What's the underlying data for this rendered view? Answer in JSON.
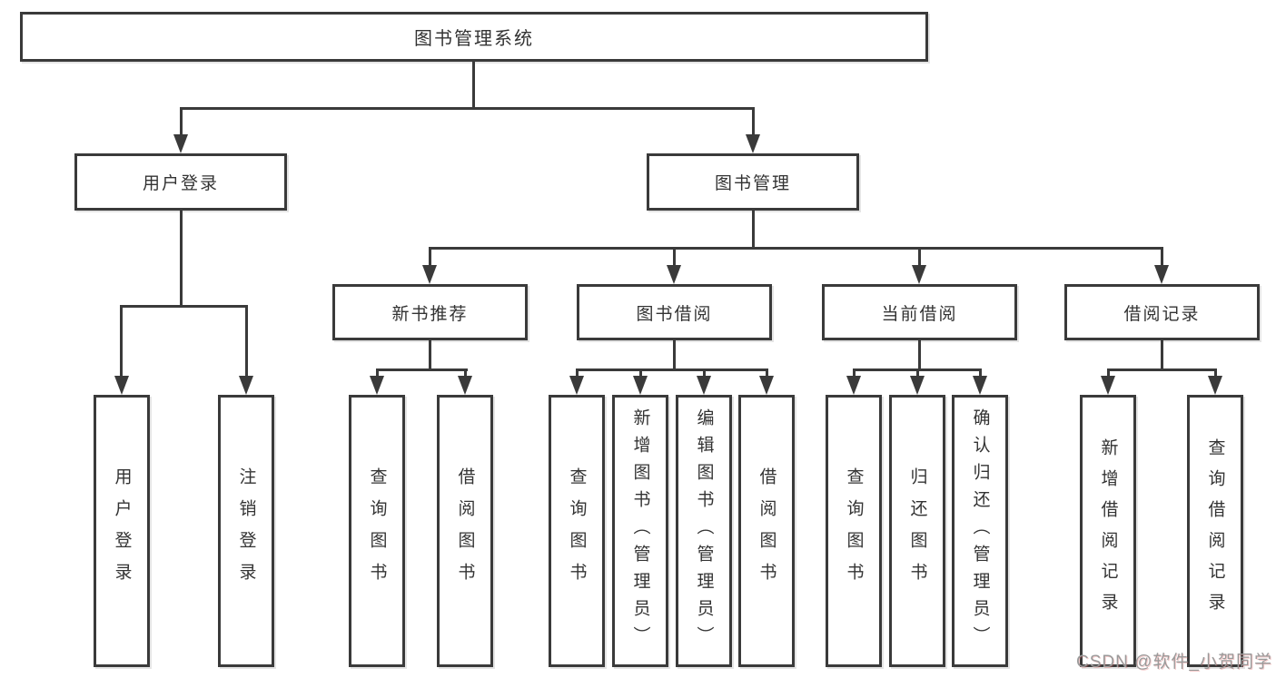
{
  "colors": {
    "line": "#3a3a3a",
    "text": "#333333",
    "watermark": "#9a9a9a"
  },
  "watermark": "CSDN @软件_小贺同学",
  "tree": {
    "label": "图书管理系统",
    "children": [
      {
        "label": "用户登录",
        "children": [
          {
            "label": "用户登录"
          },
          {
            "label": "注销登录"
          }
        ]
      },
      {
        "label": "图书管理",
        "children": [
          {
            "label": "新书推荐",
            "children": [
              {
                "label": "查询图书"
              },
              {
                "label": "借阅图书"
              }
            ]
          },
          {
            "label": "图书借阅",
            "children": [
              {
                "label": "查询图书"
              },
              {
                "label": "新增图书（管理员）"
              },
              {
                "label": "编辑图书（管理员）"
              },
              {
                "label": "借阅图书"
              }
            ]
          },
          {
            "label": "当前借阅",
            "children": [
              {
                "label": "查询图书"
              },
              {
                "label": "归还图书"
              },
              {
                "label": "确认归还（管理员）"
              }
            ]
          },
          {
            "label": "借阅记录",
            "children": [
              {
                "label": "新增借阅记录"
              },
              {
                "label": "查询借阅记录"
              }
            ]
          }
        ]
      }
    ]
  }
}
